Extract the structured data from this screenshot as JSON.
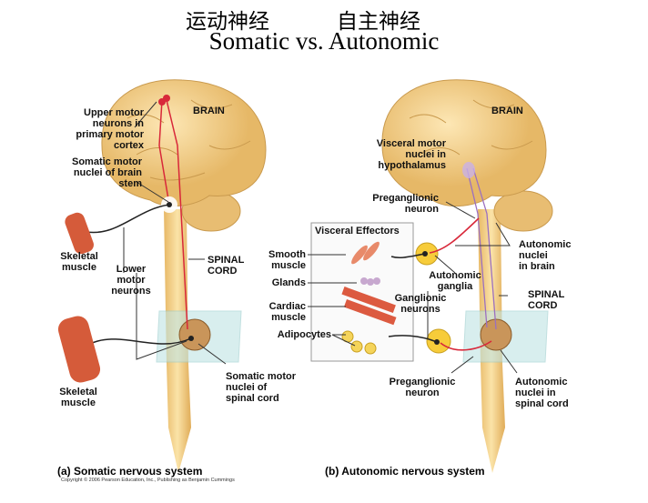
{
  "header": {
    "chinese_left": "运动神经",
    "chinese_right": "自主神经",
    "title": "Somatic vs. Autonomic"
  },
  "somatic": {
    "brain": "BRAIN",
    "upper_motor": "Upper motor\nneurons in\nprimary motor\ncortex",
    "somatic_motor_brain_stem": "Somatic motor\nnuclei of brain\nstem",
    "skeletal_muscle_1": "Skeletal\nmuscle",
    "lower_motor": "Lower\nmotor\nneurons",
    "spinal_cord": "SPINAL\nCORD",
    "skeletal_muscle_2": "Skeletal\nmuscle",
    "somatic_motor_spinal": "Somatic motor\nnuclei of\nspinal cord",
    "caption": "(a)  Somatic nervous system",
    "copyright": "Copyright © 2006 Pearson Education, Inc., Publishing as Benjamin Cummings"
  },
  "autonomic": {
    "brain": "BRAIN",
    "visceral_motor": "Visceral motor\nnuclei in\nhypothalamus",
    "preganglionic_1": "Preganglionic\nneuron",
    "visceral_effectors": "Visceral Effectors",
    "smooth_muscle": "Smooth\nmuscle",
    "glands": "Glands",
    "cardiac_muscle": "Cardiac\nmuscle",
    "adipocytes": "Adipocytes",
    "autonomic_ganglia": "Autonomic\nganglia",
    "ganglionic_neurons": "Ganglionic\nneurons",
    "autonomic_nuclei_brain": "Autonomic\nnuclei\nin brain",
    "spinal_cord": "SPINAL\nCORD",
    "preganglionic_2": "Preganglionic\nneuron",
    "autonomic_nuclei_spinal": "Autonomic\nnuclei in\nspinal cord",
    "caption": "(b)  Autonomic nervous system"
  },
  "colors": {
    "brain": "#f2cf8c",
    "cord": "#f0d08a",
    "neuron_red": "#d8283a",
    "neuron_purple": "#9a6fc0",
    "ganglion": "#f7cc3a"
  }
}
